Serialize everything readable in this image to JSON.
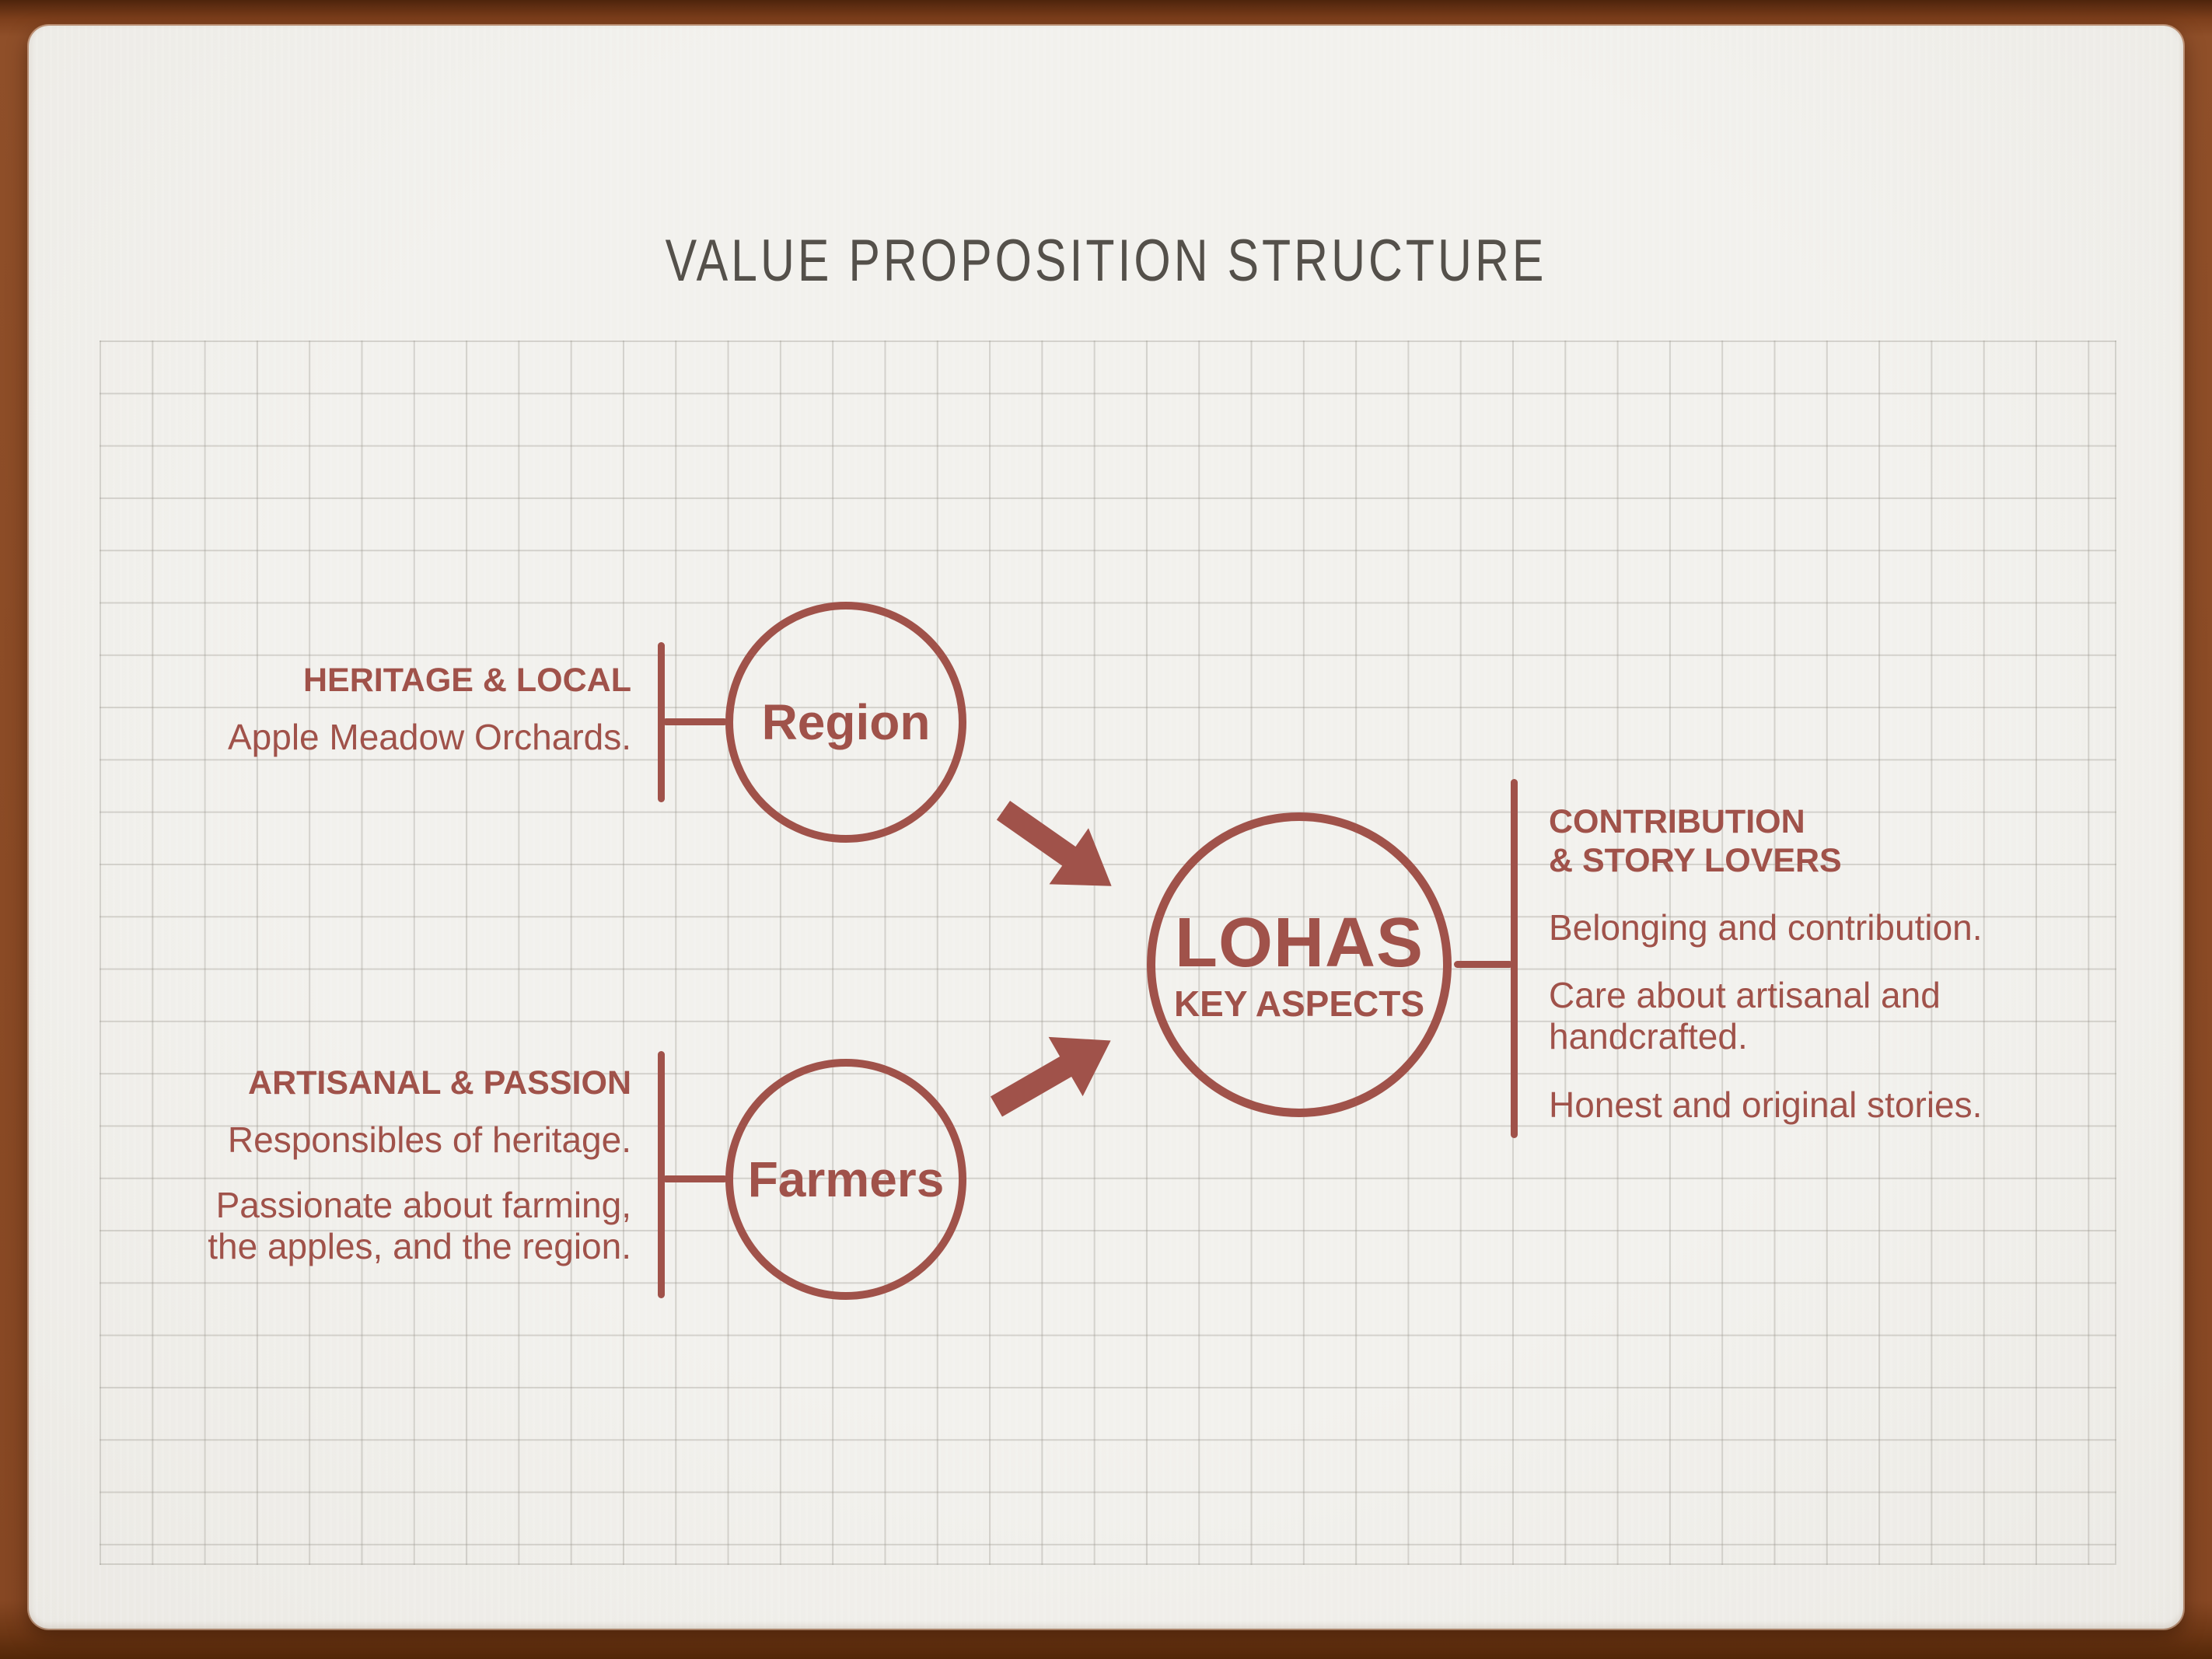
{
  "title": "VALUE PROPOSITION STRUCTURE",
  "nodes": {
    "region": {
      "label": "Region"
    },
    "farmers": {
      "label": "Farmers"
    },
    "lohas": {
      "label": "LOHAS",
      "sublabel": "KEY ASPECTS"
    }
  },
  "callouts": {
    "heritage": {
      "heading": "HERITAGE & LOCAL",
      "line1": "Apple Meadow Orchards."
    },
    "artisanal": {
      "heading": "ARTISANAL & PASSION",
      "line1": "Responsibles of heritage.",
      "line2": "Passionate about farming,\nthe apples, and the region."
    },
    "contribution": {
      "heading": "CONTRIBUTION\n& STORY LOVERS",
      "line1": "Belonging and contribution.",
      "line2": "Care about artisanal and\nhandcrafted.",
      "line3": "Honest and original stories."
    }
  },
  "colors": {
    "accent_maroon": "#a0524a",
    "title_gray": "#54504a",
    "frame_brown": "#8a4a25",
    "frame_brown_dark": "#4e240c",
    "paper": "#f0efeb",
    "grid_line": "#928e85"
  }
}
